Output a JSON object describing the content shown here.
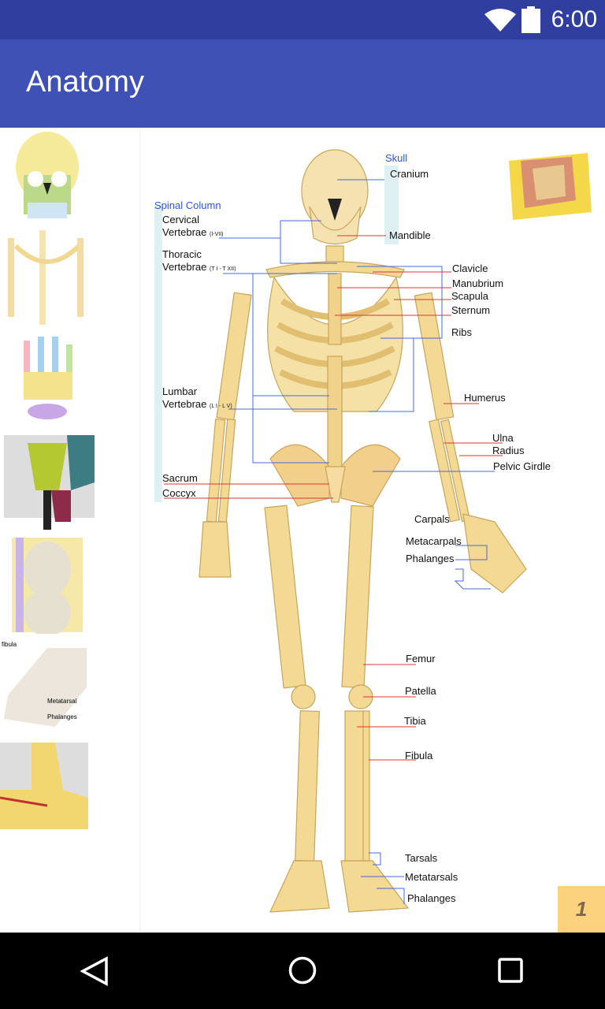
{
  "status": {
    "time": "6:00",
    "icons": [
      "wifi-icon",
      "battery-icon"
    ]
  },
  "appbar": {
    "title": "Anatomy"
  },
  "thumbnails": [
    {
      "name": "skull-thumbnail"
    },
    {
      "name": "upper-body-thumbnail"
    },
    {
      "name": "hand-thumbnail"
    },
    {
      "name": "pelvis-thumbnail"
    },
    {
      "name": "knee-joint-thumbnail"
    },
    {
      "name": "foot-thumbnail"
    },
    {
      "name": "bone-structure-thumbnail"
    }
  ],
  "diagram": {
    "groups": {
      "skull": "Skull",
      "spinal": "Spinal Column"
    },
    "labels": {
      "cranium": "Cranium",
      "mandible": "Mandible",
      "cervical": "Cervical",
      "cervical_v": "Vertebrae",
      "cervical_r": "(I-VII)",
      "thoracic": "Thoracic",
      "thoracic_v": "Vertebrae",
      "thoracic_r": "(T I - T XII)",
      "lumbar": "Lumbar",
      "lumbar_v": "Vertebrae",
      "lumbar_r": "(L I - L V)",
      "sacrum": "Sacrum",
      "coccyx": "Coccyx",
      "clavicle": "Clavicle",
      "manubrium": "Manubrium",
      "scapula": "Scapula",
      "sternum": "Sternum",
      "ribs": "Ribs",
      "humerus": "Humerus",
      "ulna": "Ulna",
      "radius": "Radius",
      "pelvic": "Pelvic Girdle",
      "carpals": "Carpals",
      "metacarpals": "Metacarpals",
      "phalanges_hand": "Phalanges",
      "femur": "Femur",
      "patella": "Patella",
      "tibia": "Tibia",
      "fibula": "Fibula",
      "tarsals": "Tarsals",
      "metatarsals": "Metatarsals",
      "phalanges_foot": "Phalanges"
    }
  },
  "page_indicator": "1",
  "nav": {
    "back": "back-icon",
    "home": "home-icon",
    "recents": "recents-icon"
  }
}
